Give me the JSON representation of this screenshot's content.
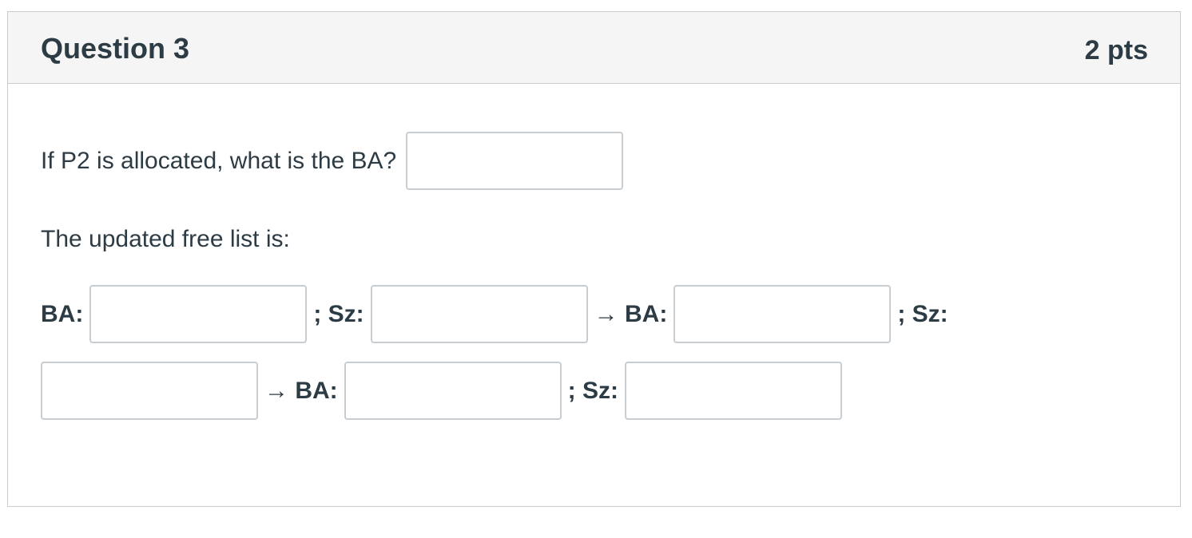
{
  "question": {
    "title": "Question 3",
    "points": "2 pts",
    "prompt": "If P2 is allocated, what is the BA?",
    "free_list_text": "The updated free list is:",
    "labels": {
      "ba": "BA:",
      "sz": "; Sz:",
      "arrow_ba": "→ BA:"
    },
    "answers": {
      "ba_main": "",
      "node1_ba": "",
      "node1_sz": "",
      "node2_ba": "",
      "node2_sz": "",
      "node3_ba": "",
      "node3_sz": ""
    }
  }
}
